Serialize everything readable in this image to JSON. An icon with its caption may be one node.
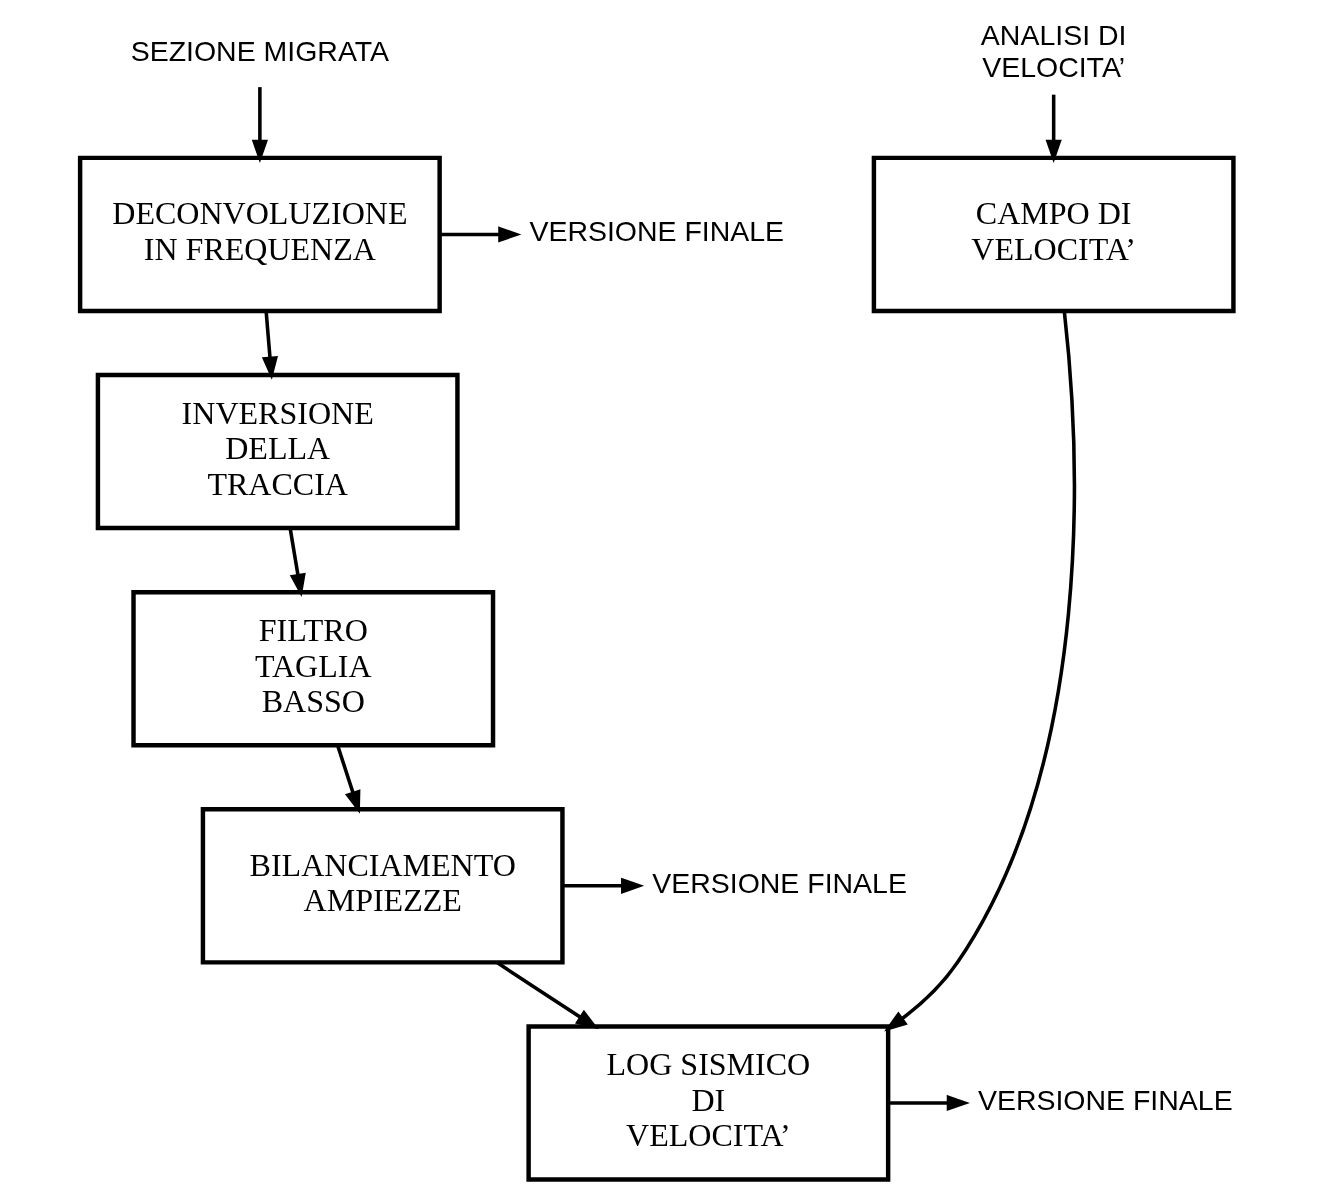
{
  "diagram": {
    "nodes": [
      {
        "text": [
          "SEZIONE MIGRATA"
        ]
      },
      {
        "text": [
          "ANALISI DI VELOCITA’"
        ]
      },
      {
        "text": [
          "DECONVOLUZIONE IN FREQUENZA"
        ]
      },
      {
        "text": [
          "VERSIONE FINALE"
        ]
      },
      {
        "text": [
          "CAMPO DI VELOCITA’"
        ]
      },
      {
        "text": [
          "INVERSIONE DELLA TRACCIA"
        ]
      },
      {
        "text": [
          "FILTRO TAGLIA BASSO"
        ]
      },
      {
        "text": [
          "BILANCIAMENTO AMPIEZZE"
        ]
      },
      {
        "text": [
          "VERSIONE FINALE"
        ]
      },
      {
        "text": [
          "LOG SISMICO DI VELOCITA’"
        ]
      },
      {
        "text": [
          "VERSIONE FINALE"
        ]
      }
    ],
    "edges": [
      {
        "from": 0,
        "to": 2,
        "arrow": "to"
      },
      {
        "from": 2,
        "to": 3,
        "arrow": "to"
      },
      {
        "from": 1,
        "to": 4,
        "arrow": "to"
      },
      {
        "from": 2,
        "to": 5,
        "arrow": "to"
      },
      {
        "from": 5,
        "to": 6,
        "arrow": "to"
      },
      {
        "from": 6,
        "to": 7,
        "arrow": "to"
      },
      {
        "from": 7,
        "to": 8,
        "arrow": "to"
      },
      {
        "from": 4,
        "to": 9,
        "arrow": "to"
      },
      {
        "from": 7,
        "to": 9,
        "arrow": "to"
      },
      {
        "from": 9,
        "to": 10,
        "arrow": "to"
      }
    ]
  }
}
